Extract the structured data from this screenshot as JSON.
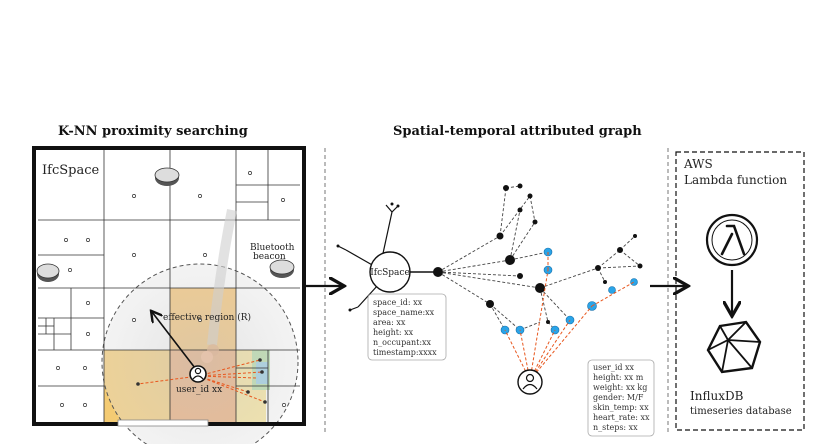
{
  "titles": {
    "knn": "K-NN proximity searching",
    "graph": "Spatial-temporal attributed graph"
  },
  "knn_panel": {
    "ifcspace_label": "IfcSpace",
    "bluetooth_label_line1": "Bluetooth",
    "bluetooth_label_line2": "beacon",
    "effective_region_label": "effective region (R)",
    "user_label": "user_id xx"
  },
  "graph_panel": {
    "ifcspace_node_label": "IfcSpace",
    "space_attributes": [
      "space_id: xx",
      "space_name:xx",
      "area: xx",
      "height: xx",
      "n_occupant:xx",
      "timestamp:xxxx"
    ],
    "user_attributes": [
      "user_id xx",
      "height: xx m",
      "weight: xx kg",
      "gender: M/F",
      "skin_temp: xx",
      "heart_rate: xx",
      "n_steps: xx"
    ]
  },
  "aws_panel": {
    "aws_label": "AWS",
    "lambda_label": "Lambda function",
    "influx_label": "InfluxDB",
    "timeseries_label": "timeseries database"
  },
  "colors": {
    "accent_orange": "#e8571e",
    "beacon_blue": "#2aa4e8",
    "zone_orange": "#f3a63f",
    "zone_yellow": "#f6d98a"
  }
}
